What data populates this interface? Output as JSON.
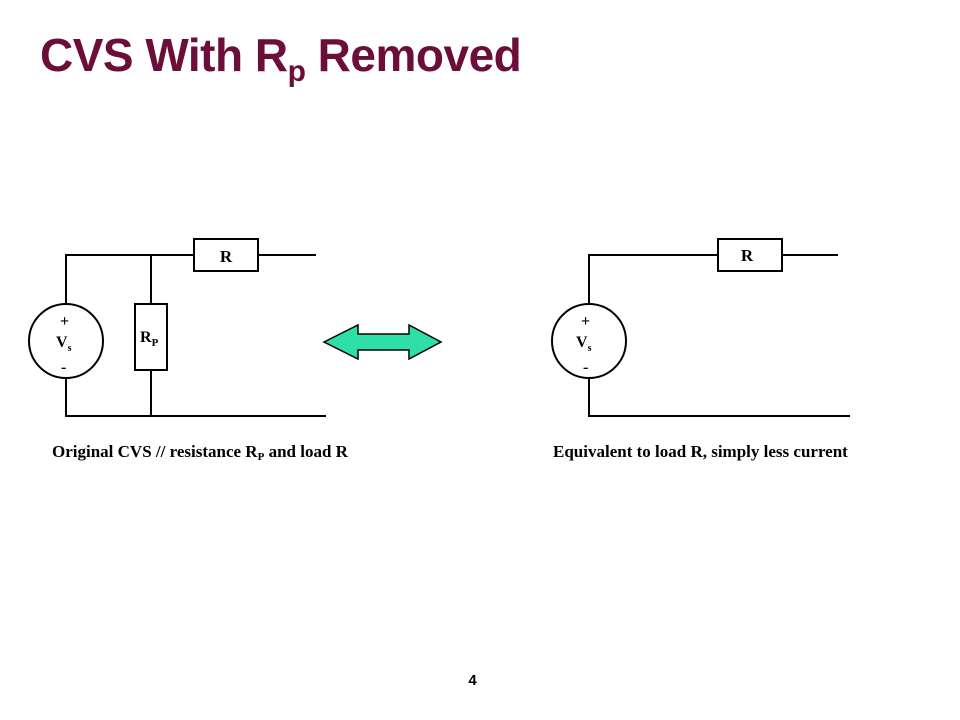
{
  "title": {
    "main": "CVS With R",
    "sub": "p",
    "tail": " Removed"
  },
  "left_circuit": {
    "load_label": "R",
    "parallel_label_main": "R",
    "parallel_label_sub": "P",
    "source_plus": "+",
    "source_label_main": "V",
    "source_label_sub": "s",
    "source_minus": "-"
  },
  "right_circuit": {
    "load_label": "R",
    "source_plus": "+",
    "source_label_main": "V",
    "source_label_sub": "s",
    "source_minus": "-"
  },
  "captions": {
    "left_pre": "Original CVS // resistance R",
    "left_sub": "P",
    "left_post": " and load R",
    "right": "Equivalent to load R, simply less current"
  },
  "arrow_color": "#2ee0a8",
  "page_number": "4"
}
